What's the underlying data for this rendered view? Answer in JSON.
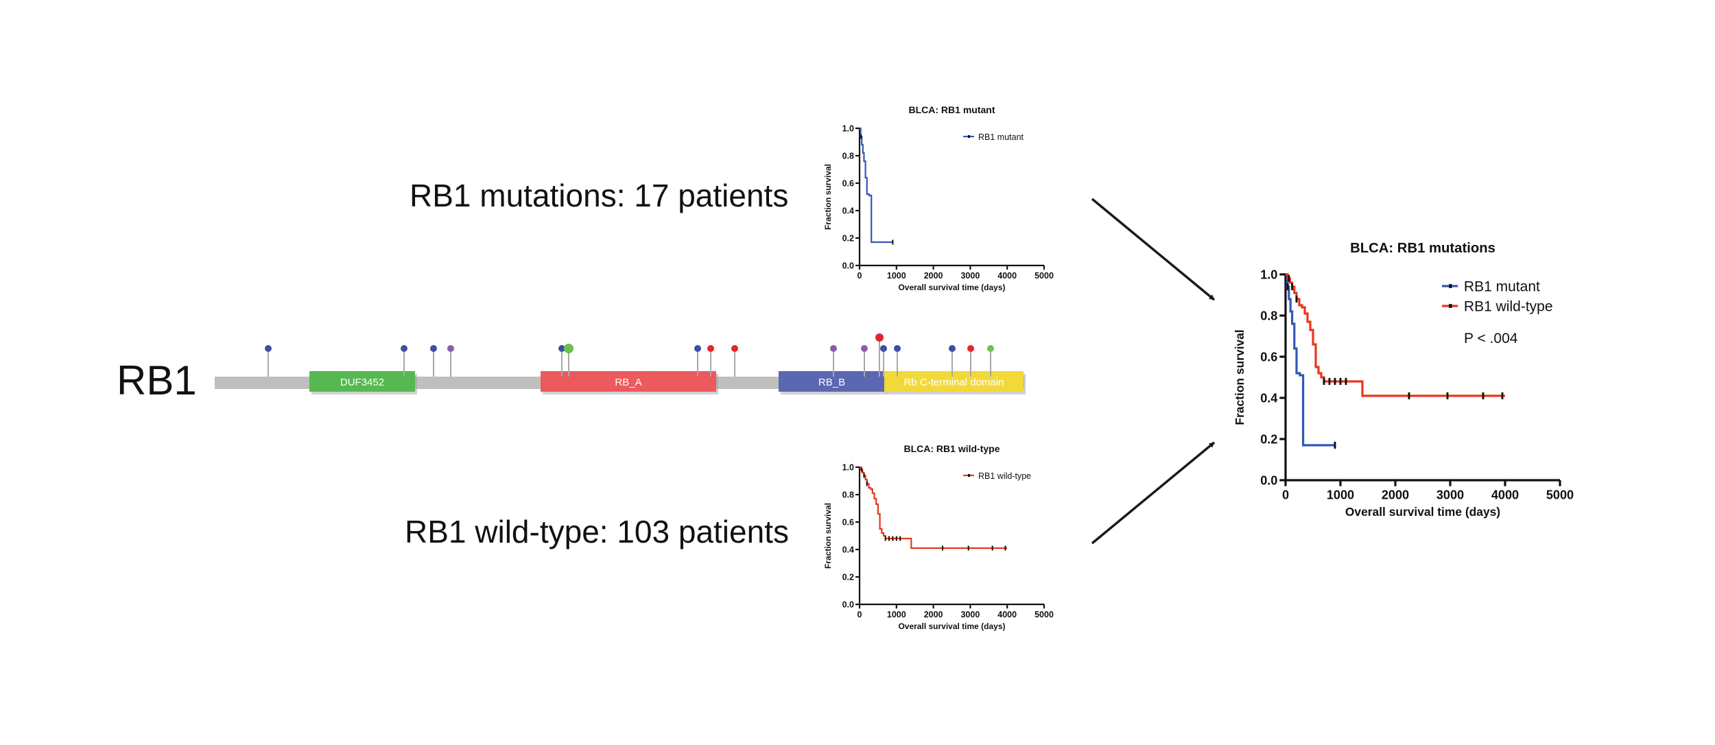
{
  "labels": {
    "gene": "RB1",
    "mutant_group": "RB1 mutations: 17 patients",
    "wildtype_group": "RB1 wild-type: 103 patients"
  },
  "gene_diagram": {
    "backbone_color": "#bfbfbb",
    "domains": [
      {
        "name": "DUF3452",
        "color": "#56b851"
      },
      {
        "name": "RB_A",
        "color": "#ec5a5e"
      },
      {
        "name": "RB_B",
        "color": "#5b67b0"
      },
      {
        "name": "Rb C-terminal domain",
        "color": "#f2d93a"
      }
    ],
    "mutation_colors": {
      "blue": "#3d4fa3",
      "purple": "#8e5ba7",
      "red": "#e3262a",
      "green": "#6fc04b"
    }
  },
  "colors": {
    "mutant": "#3357b5",
    "wildtype": "#e8361e",
    "censor": "#111111",
    "arrow": "#1a1a1a"
  },
  "chart_data": [
    {
      "type": "line",
      "title": "BLCA: RB1 mutant",
      "xlabel": "Overall survival time (days)",
      "ylabel": "Fraction survival",
      "xlim": [
        0,
        5000
      ],
      "ylim": [
        0,
        1.0
      ],
      "xticks": [
        0,
        1000,
        2000,
        3000,
        4000,
        5000
      ],
      "yticks": [
        0.0,
        0.2,
        0.4,
        0.6,
        0.8,
        1.0
      ],
      "legend_position": "top-right",
      "series": [
        {
          "name": "RB1 mutant",
          "color": "#3357b5",
          "x": [
            0,
            30,
            60,
            90,
            120,
            160,
            200,
            260,
            320,
            900
          ],
          "y": [
            1.0,
            0.94,
            0.88,
            0.82,
            0.76,
            0.64,
            0.52,
            0.51,
            0.17,
            0.17
          ],
          "censored_x": [
            40,
            900
          ]
        }
      ]
    },
    {
      "type": "line",
      "title": "BLCA: RB1 wild-type",
      "xlabel": "Overall survival time (days)",
      "ylabel": "Fraction survival",
      "xlim": [
        0,
        5000
      ],
      "ylim": [
        0,
        1.0
      ],
      "xticks": [
        0,
        1000,
        2000,
        3000,
        4000,
        5000
      ],
      "yticks": [
        0.0,
        0.2,
        0.4,
        0.6,
        0.8,
        1.0
      ],
      "legend_position": "top-right",
      "series": [
        {
          "name": "RB1 wild-type",
          "color": "#e8361e",
          "x": [
            0,
            40,
            80,
            120,
            160,
            200,
            250,
            300,
            350,
            400,
            450,
            500,
            550,
            600,
            650,
            700,
            1400,
            4000
          ],
          "y": [
            1.0,
            0.98,
            0.96,
            0.94,
            0.91,
            0.88,
            0.85,
            0.84,
            0.81,
            0.77,
            0.73,
            0.66,
            0.55,
            0.52,
            0.5,
            0.48,
            0.41,
            0.41
          ],
          "censored_x": [
            60,
            120,
            200,
            700,
            800,
            900,
            1000,
            1100,
            2250,
            2950,
            3600,
            3950
          ]
        }
      ]
    },
    {
      "type": "line",
      "title": "BLCA: RB1 mutations",
      "xlabel": "Overall survival time (days)",
      "ylabel": "Fraction survival",
      "xlim": [
        0,
        5000
      ],
      "ylim": [
        0,
        1.0
      ],
      "xticks": [
        0,
        1000,
        2000,
        3000,
        4000,
        5000
      ],
      "yticks": [
        0.0,
        0.2,
        0.4,
        0.6,
        0.8,
        1.0
      ],
      "legend_position": "top-right",
      "annotation": "P < .004",
      "series": [
        {
          "name": "RB1 mutant",
          "color": "#3357b5",
          "x": [
            0,
            30,
            60,
            90,
            120,
            160,
            200,
            260,
            320,
            900
          ],
          "y": [
            1.0,
            0.94,
            0.88,
            0.82,
            0.76,
            0.64,
            0.52,
            0.51,
            0.17,
            0.17
          ],
          "censored_x": [
            40,
            900
          ]
        },
        {
          "name": "RB1 wild-type",
          "color": "#e8361e",
          "x": [
            0,
            40,
            80,
            120,
            160,
            200,
            250,
            300,
            350,
            400,
            450,
            500,
            550,
            600,
            650,
            700,
            1400,
            4000
          ],
          "y": [
            1.0,
            0.98,
            0.96,
            0.94,
            0.91,
            0.88,
            0.85,
            0.84,
            0.81,
            0.77,
            0.73,
            0.66,
            0.55,
            0.52,
            0.5,
            0.48,
            0.41,
            0.41
          ],
          "censored_x": [
            60,
            120,
            200,
            700,
            800,
            900,
            1000,
            1100,
            2250,
            2950,
            3600,
            3950
          ]
        }
      ]
    }
  ]
}
